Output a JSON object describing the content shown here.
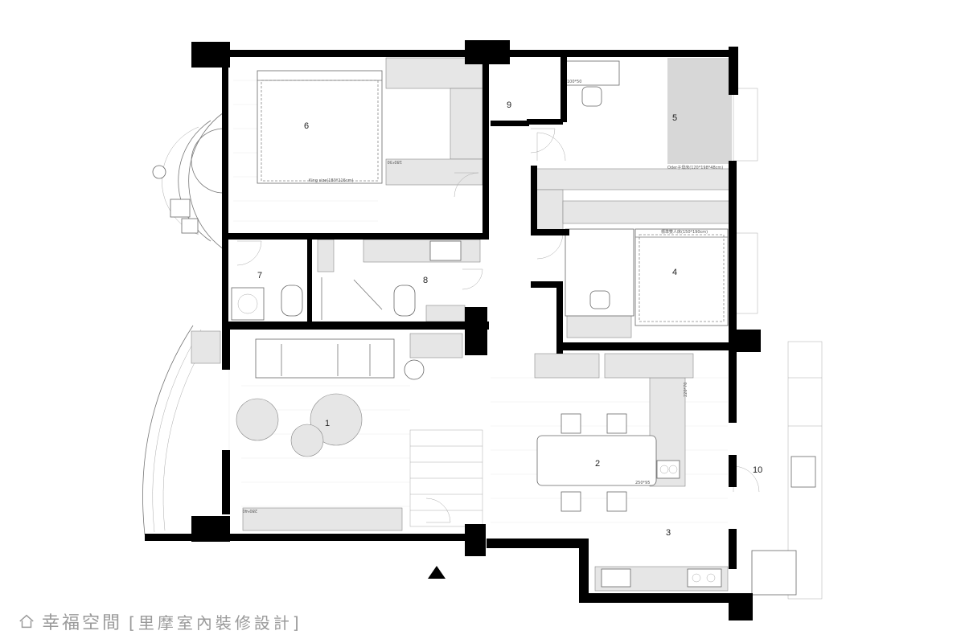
{
  "rooms": [
    {
      "id": "r1",
      "label": "1"
    },
    {
      "id": "r2",
      "label": "2"
    },
    {
      "id": "r3",
      "label": "3"
    },
    {
      "id": "r4",
      "label": "4"
    },
    {
      "id": "r5",
      "label": "5"
    },
    {
      "id": "r6",
      "label": "6"
    },
    {
      "id": "r7",
      "label": "7"
    },
    {
      "id": "r8",
      "label": "8"
    },
    {
      "id": "r9",
      "label": "9"
    },
    {
      "id": "r10",
      "label": "10"
    }
  ],
  "annotations": {
    "king_bed": "King size(180*216cm)",
    "kids_bed": "Oder子母床(120*198*48cm)",
    "std_double_bed": "標準雙人床(150*190cm)",
    "desk_top": "100*50",
    "island_a": "250*95",
    "island_b": "220*70",
    "tv_cabinet": "280*40",
    "bed_cabinet": "180*30"
  },
  "watermark": {
    "brand": "幸福空間",
    "firm": "[里摩室內裝修設計]",
    "logo_icon": "house-icon"
  },
  "colors": {
    "wall": "#000000",
    "cabinet_fill": "#d7d7d7",
    "watermark_gray": "#9a9a9a"
  }
}
